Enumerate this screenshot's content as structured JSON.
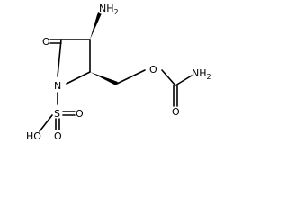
{
  "molecule": {
    "atoms": {
      "nh2_top": {
        "text": "NH",
        "sub": "2"
      },
      "o_carbonyl": {
        "text": "O"
      },
      "n_ring": {
        "text": "N"
      },
      "o_ester": {
        "text": "O"
      },
      "nh2_right": {
        "text": "NH",
        "sub": "2"
      },
      "o_lower": {
        "text": "O"
      },
      "s": {
        "text": "S"
      },
      "ho": {
        "text": "HO"
      },
      "o_s_right": {
        "text": "O"
      },
      "o_s_bottom": {
        "text": "O"
      }
    }
  },
  "colors": {
    "line": "#000000",
    "background": "#ffffff"
  }
}
